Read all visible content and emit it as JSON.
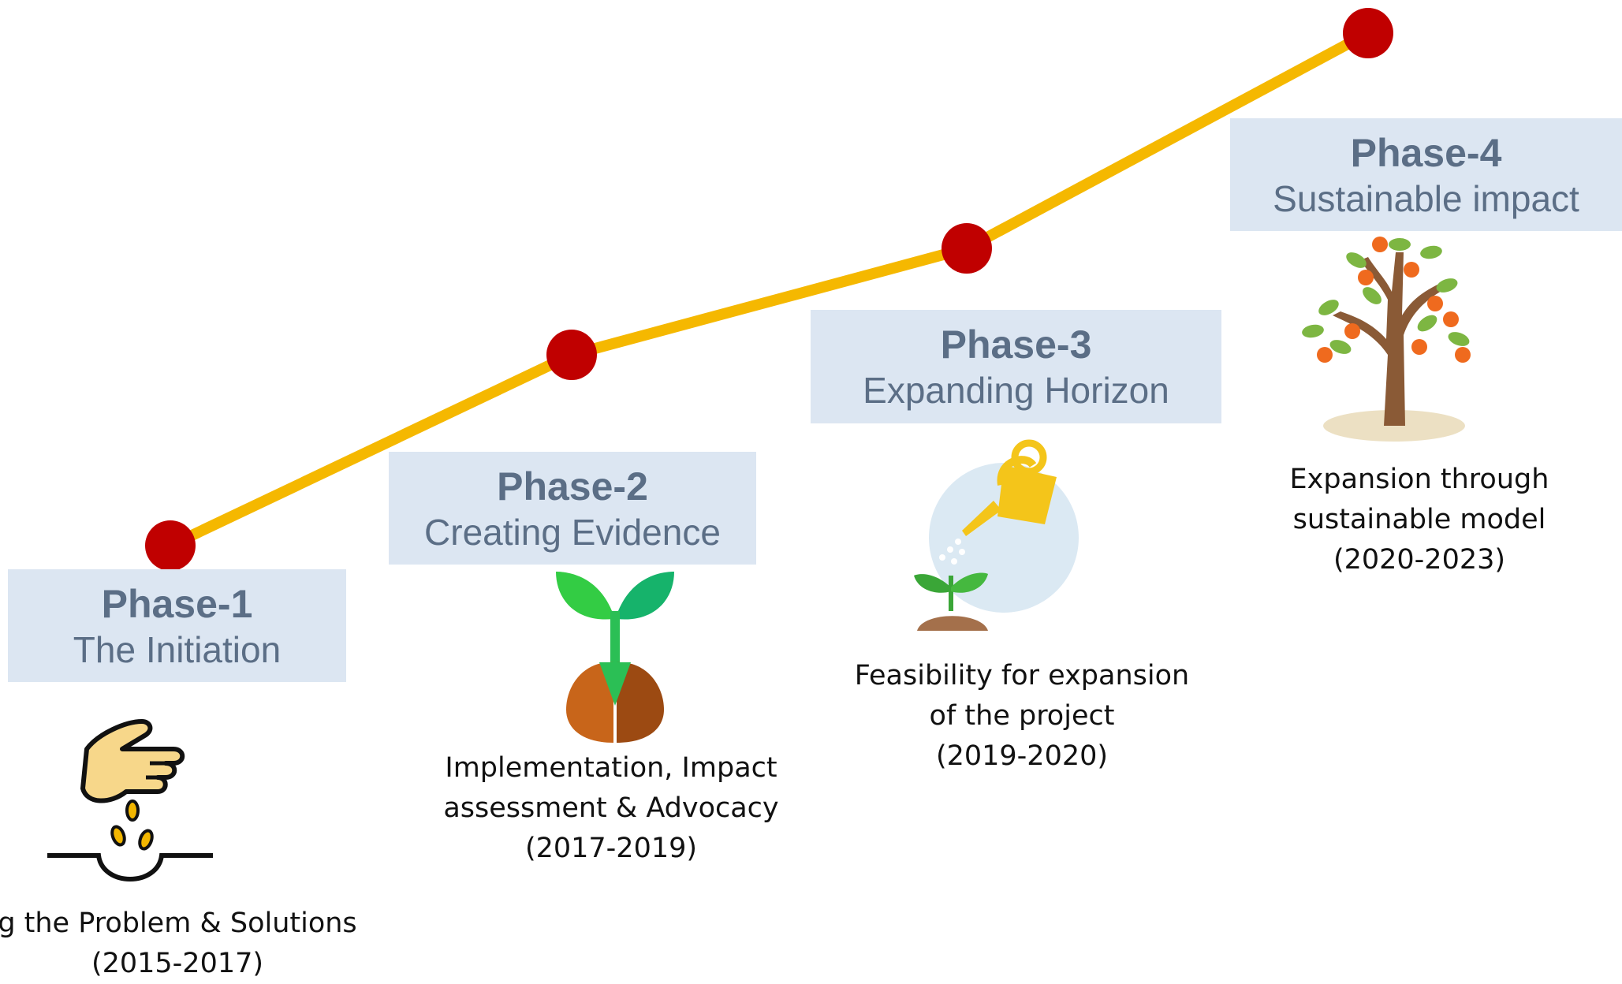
{
  "colors": {
    "line": "#f5b800",
    "dot": "#c00000",
    "box_bg": "#dce6f2",
    "box_text": "#5b6e86"
  },
  "phases": [
    {
      "title": "Phase-1",
      "subtitle": "The Initiation",
      "desc_lines": [
        "g the Problem & Solutions",
        "(2015-2017)"
      ],
      "icon": "hand-sowing-seeds-icon"
    },
    {
      "title": "Phase-2",
      "subtitle": "Creating Evidence",
      "desc_lines": [
        "Implementation, Impact",
        "assessment & Advocacy",
        "(2017-2019)"
      ],
      "icon": "sprouting-seed-icon"
    },
    {
      "title": "Phase-3",
      "subtitle": "Expanding Horizon",
      "desc_lines": [
        "Feasibility for expansion",
        "of the project",
        "(2019-2020)"
      ],
      "icon": "watering-can-sapling-icon"
    },
    {
      "title": "Phase-4",
      "subtitle": "Sustainable impact",
      "desc_lines": [
        "Expansion through",
        "sustainable model",
        "(2020-2023)"
      ],
      "icon": "fruit-tree-icon"
    }
  ]
}
